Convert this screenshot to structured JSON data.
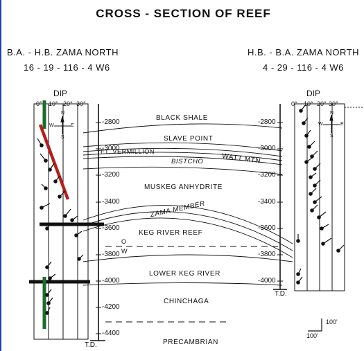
{
  "title": "CROSS - SECTION OF REEF",
  "left_well": {
    "name": "B.A. - H.B. ZAMA NORTH",
    "location": "16 - 19 - 116 - 4 W6",
    "dip_label": "DIP",
    "degrees": [
      "0°",
      "10°",
      "20°",
      "30°"
    ],
    "td": "T.D."
  },
  "right_well": {
    "name": "H.B. - B.A. ZAMA NORTH",
    "location": "4 - 29 - 116 - 4 W6",
    "dip_label": "DIP",
    "degrees": [
      "0°",
      "10°",
      "20°",
      "30°"
    ],
    "td": "T.D."
  },
  "compass": {
    "n": "N",
    "s": "S",
    "e": "E",
    "w": "W"
  },
  "left_depths": [
    "-2800",
    "-3000",
    "-3200",
    "-3400",
    "-3600",
    "-3800",
    "-4000",
    "-4200",
    "-4400"
  ],
  "right_depths": [
    "-2800",
    "-3000",
    "-3200",
    "-3400",
    "-3600",
    "-3800",
    "-4000"
  ],
  "formations": {
    "black_shale": "BLACK SHALE",
    "slave_point": "SLAVE POINT",
    "ft_vermillion": "FT. VERMILLION",
    "watt_mtn": "WATT MTN",
    "bistcho": "BISTCHO",
    "muskeg": "MUSKEG ANHYDRITE",
    "zama": "ZAMA MEMBER",
    "keg_river_reef": "KEG RIVER REEF",
    "ow_o": "O",
    "ow_w": "W",
    "lower_keg_river": "LOWER KEG RIVER",
    "chinchaga": "CHINCHAGA",
    "precambrian": "PRECAMBRIAN"
  },
  "scale": {
    "vertical": "100'",
    "horizontal": "100'"
  },
  "colors": {
    "ink": "#111111",
    "marker_red": "#b5201c",
    "marker_green": "#1f6b2c",
    "frame_blue": "#1a3fb8"
  }
}
